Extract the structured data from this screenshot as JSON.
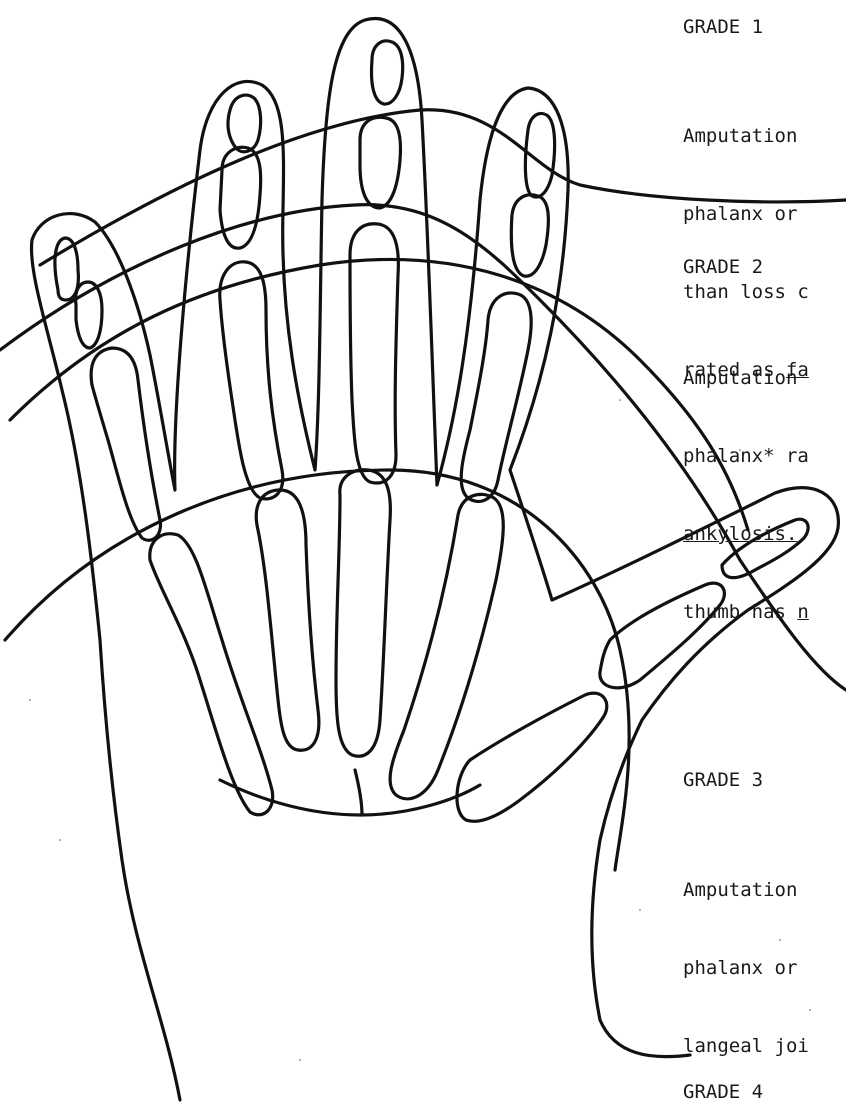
{
  "grades": [
    {
      "label": "GRADE 1",
      "lines": [
        {
          "parts": [
            {
              "text": "Amputation"
            }
          ]
        },
        {
          "parts": [
            {
              "text": "phalanx or"
            }
          ]
        },
        {
          "parts": [
            {
              "text": "than loss c"
            }
          ]
        },
        {
          "parts": [
            {
              "text": "rated as "
            },
            {
              "text": "fa",
              "u": true
            }
          ]
        }
      ]
    },
    {
      "label": "GRADE 2",
      "lines": [
        {
          "parts": [
            {
              "text": "Amputation"
            }
          ]
        },
        {
          "parts": [
            {
              "text": "phalanx* ra"
            }
          ]
        },
        {
          "parts": [
            {
              "text": "ankylosis.",
              "u": true
            }
          ]
        },
        {
          "parts": [
            {
              "text": "thumb has "
            },
            {
              "text": "n",
              "u": true
            }
          ]
        }
      ]
    },
    {
      "label": "GRADE 3",
      "lines": [
        {
          "parts": [
            {
              "text": "Amputation"
            }
          ]
        },
        {
          "parts": [
            {
              "text": "phalanx or"
            }
          ]
        },
        {
          "parts": [
            {
              "text": "langeal joi"
            }
          ]
        }
      ]
    },
    {
      "label": "GRADE 4",
      "lines": []
    }
  ],
  "colors": {
    "ink": "#111111",
    "paper": "#ffffff",
    "text": "#1a1a1a"
  }
}
